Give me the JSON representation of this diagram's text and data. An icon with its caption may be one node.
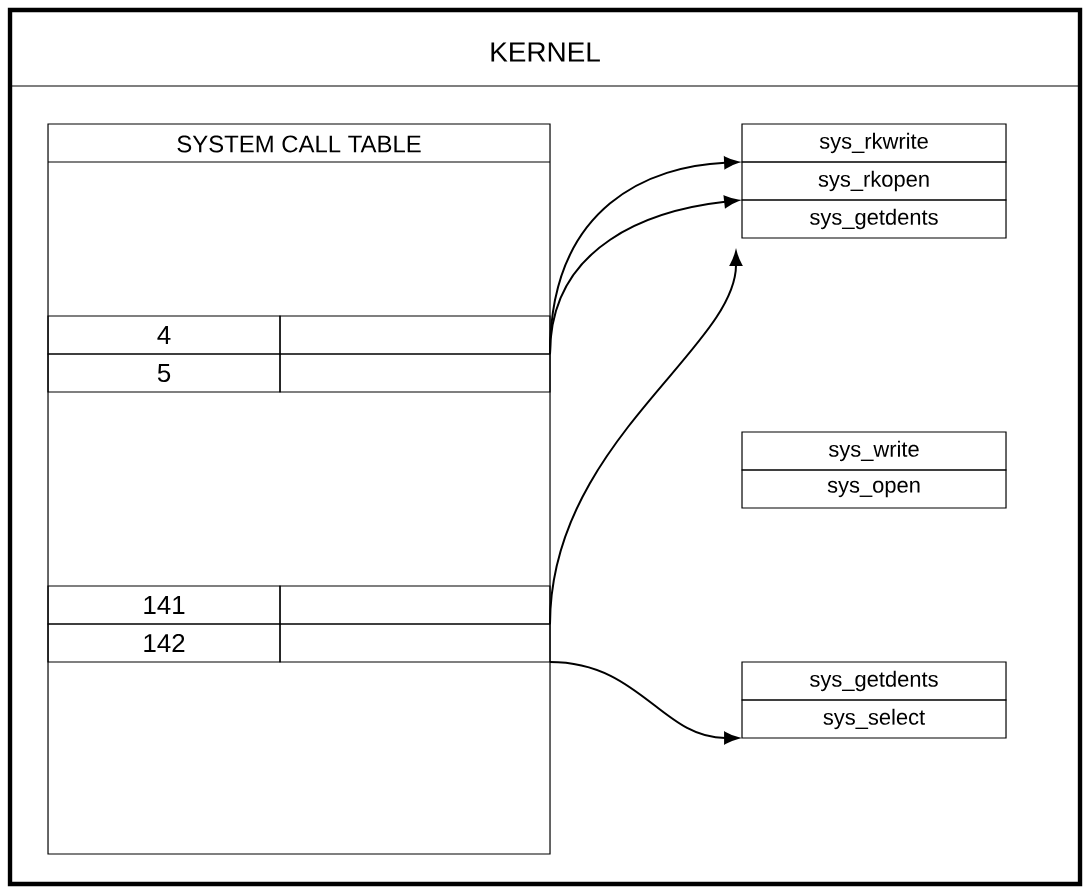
{
  "diagram": {
    "nodes": [
      {
        "text": [
          "KERNEL"
        ]
      },
      {
        "text": [
          "SYSTEM CALL TABLE"
        ],
        "in": 0
      },
      {
        "text": [
          "4"
        ],
        "in": 1
      },
      {
        "text": [],
        "shape": "box",
        "in": 1
      },
      {
        "text": [
          "5"
        ],
        "in": 1
      },
      {
        "text": [],
        "shape": "box",
        "in": 1
      },
      {
        "text": [
          "141"
        ],
        "in": 1
      },
      {
        "text": [],
        "shape": "box",
        "in": 1
      },
      {
        "text": [
          "142"
        ],
        "in": 1
      },
      {
        "text": [],
        "shape": "box",
        "in": 1
      },
      {
        "text": [
          "sys_rkwrite"
        ],
        "in": 0
      },
      {
        "text": [
          "sys_rkopen"
        ],
        "in": 0
      },
      {
        "text": [
          "sys_getdents"
        ],
        "in": 0
      },
      {
        "text": [
          "sys_write"
        ],
        "in": 0
      },
      {
        "text": [
          "sys_open"
        ],
        "in": 0
      },
      {
        "text": [
          "sys_getdents"
        ],
        "in": 0
      },
      {
        "text": [
          "sys_select"
        ],
        "in": 0
      }
    ],
    "edges": [
      {
        "from": 3,
        "to": 10,
        "arrow": "to"
      },
      {
        "from": 5,
        "to": 11,
        "arrow": "to"
      },
      {
        "from": 7,
        "to": 12,
        "arrow": "to"
      },
      {
        "from": 9,
        "to": 16,
        "arrow": "to"
      }
    ]
  }
}
